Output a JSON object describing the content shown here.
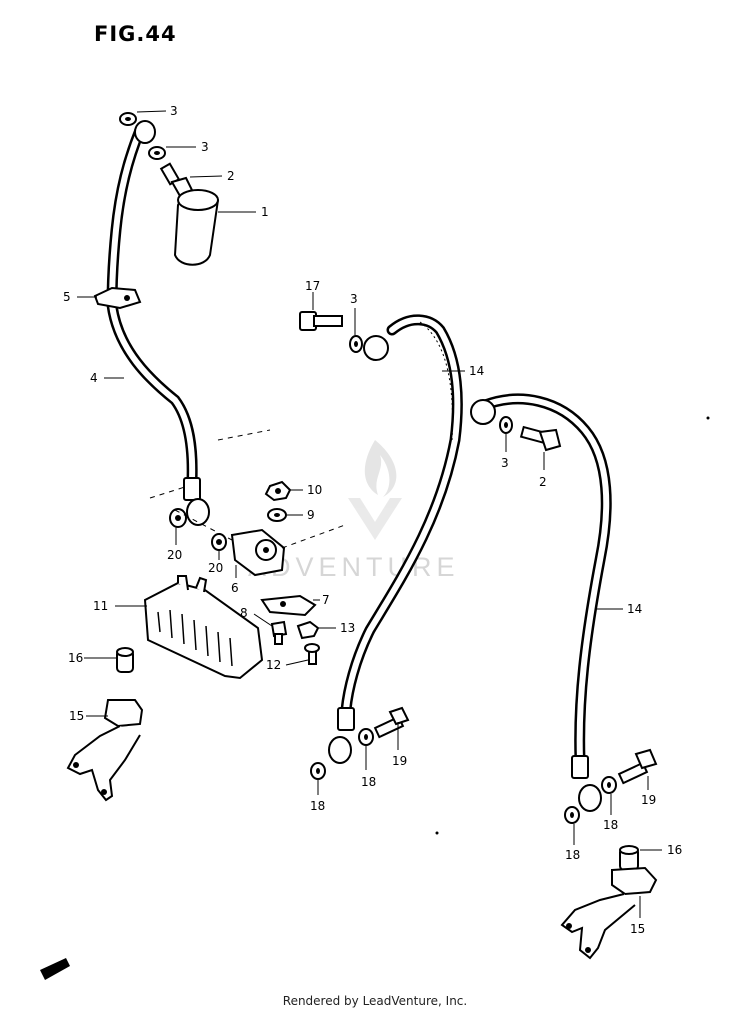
{
  "figure": {
    "title": "FIG.44",
    "watermark": "ADVENTURE",
    "footer": "Rendered by LeadVenture, Inc."
  },
  "callouts": [
    {
      "id": "c3a",
      "label": "3"
    },
    {
      "id": "c3b",
      "label": "3"
    },
    {
      "id": "c2a",
      "label": "2"
    },
    {
      "id": "c1",
      "label": "1"
    },
    {
      "id": "c5",
      "label": "5"
    },
    {
      "id": "c4",
      "label": "4"
    },
    {
      "id": "c10",
      "label": "10"
    },
    {
      "id": "c9",
      "label": "9"
    },
    {
      "id": "c20a",
      "label": "20"
    },
    {
      "id": "c20b",
      "label": "20"
    },
    {
      "id": "c6",
      "label": "6"
    },
    {
      "id": "c7",
      "label": "7"
    },
    {
      "id": "c8",
      "label": "8"
    },
    {
      "id": "c13",
      "label": "13"
    },
    {
      "id": "c12",
      "label": "12"
    },
    {
      "id": "c11",
      "label": "11"
    },
    {
      "id": "c16a",
      "label": "16"
    },
    {
      "id": "c15a",
      "label": "15"
    },
    {
      "id": "c17",
      "label": "17"
    },
    {
      "id": "c3c",
      "label": "3"
    },
    {
      "id": "c14a",
      "label": "14"
    },
    {
      "id": "c3d",
      "label": "3"
    },
    {
      "id": "c2b",
      "label": "2"
    },
    {
      "id": "c14b",
      "label": "14"
    },
    {
      "id": "c19a",
      "label": "19"
    },
    {
      "id": "c18a",
      "label": "18"
    },
    {
      "id": "c18b",
      "label": "18"
    },
    {
      "id": "c19b",
      "label": "19"
    },
    {
      "id": "c18c",
      "label": "18"
    },
    {
      "id": "c18d",
      "label": "18"
    },
    {
      "id": "c16b",
      "label": "16"
    },
    {
      "id": "c15b",
      "label": "15"
    }
  ]
}
